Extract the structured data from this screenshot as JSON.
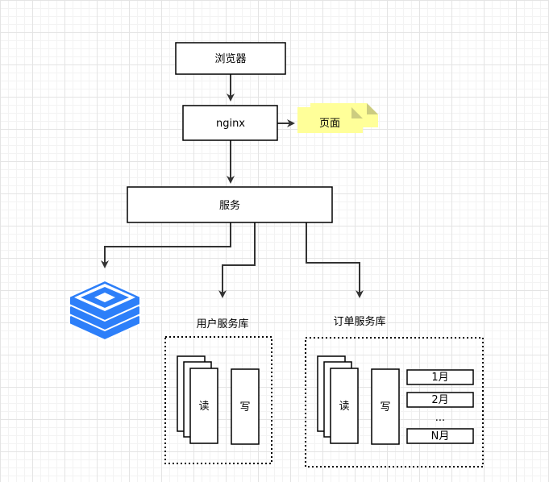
{
  "nodes": {
    "browser": "浏览器",
    "nginx": "nginx",
    "page": "页面",
    "service": "服务",
    "user_db_title": "用户服务库",
    "order_db_title": "订单服务库",
    "user_read": "读",
    "user_write": "写",
    "order_read": "读",
    "order_write": "写",
    "month_1": "1月",
    "month_2": "2月",
    "month_ellipsis": "...",
    "month_n": "N月"
  },
  "icons": {
    "cache": "redis-icon"
  },
  "colors": {
    "note_fill": "#ffff99",
    "note_fold": "#e5e58a",
    "redis_blue": "#2d7ff9"
  }
}
